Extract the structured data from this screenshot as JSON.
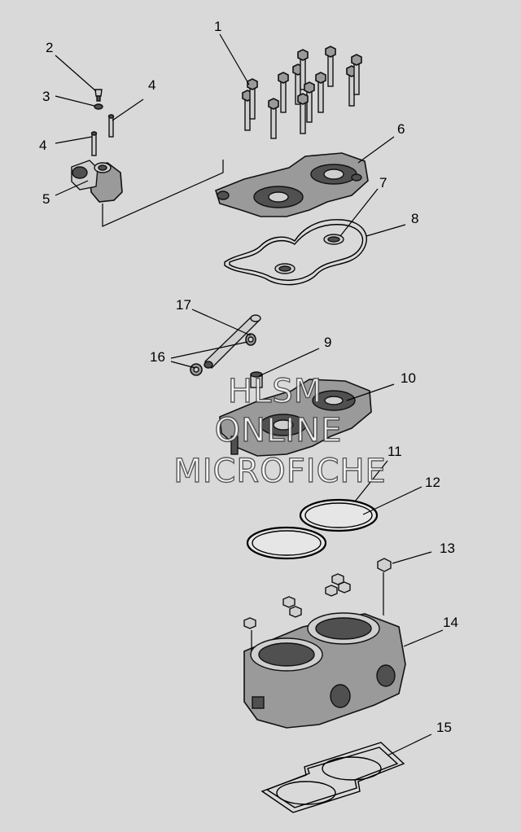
{
  "watermark": {
    "line1": "HLSM",
    "line2": "ONLINE",
    "line3": "MICROFICHE"
  },
  "callouts": [
    {
      "id": "1",
      "label": "1"
    },
    {
      "id": "2",
      "label": "2"
    },
    {
      "id": "3",
      "label": "3"
    },
    {
      "id": "4a",
      "label": "4"
    },
    {
      "id": "4b",
      "label": "4"
    },
    {
      "id": "5",
      "label": "5"
    },
    {
      "id": "6",
      "label": "6"
    },
    {
      "id": "7",
      "label": "7"
    },
    {
      "id": "8",
      "label": "8"
    },
    {
      "id": "9",
      "label": "9"
    },
    {
      "id": "10",
      "label": "10"
    },
    {
      "id": "11",
      "label": "11"
    },
    {
      "id": "12",
      "label": "12"
    },
    {
      "id": "13",
      "label": "13"
    },
    {
      "id": "14",
      "label": "14"
    },
    {
      "id": "15",
      "label": "15"
    },
    {
      "id": "16",
      "label": "16"
    },
    {
      "id": "17",
      "label": "17"
    }
  ],
  "colors": {
    "background": "#d9d9d9",
    "line": "#000000",
    "part_fill": "#9a9a9a"
  }
}
